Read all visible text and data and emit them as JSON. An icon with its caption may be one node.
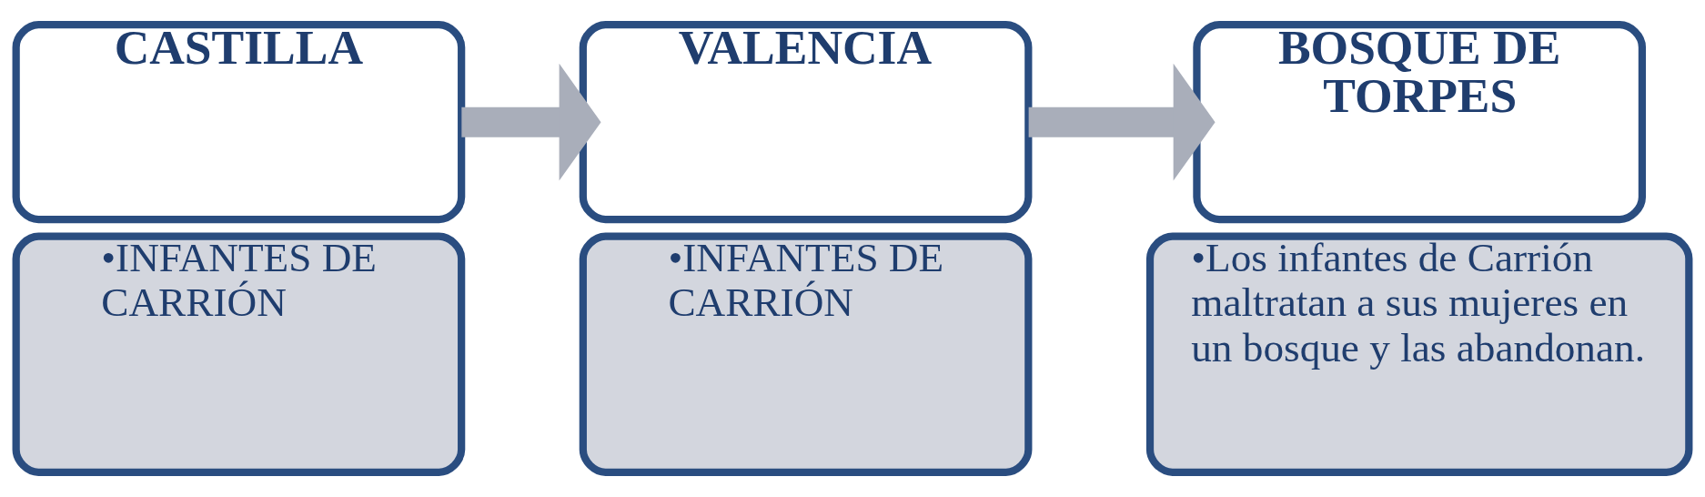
{
  "diagram": {
    "nodes": [
      {
        "text": [
          "CASTILLA"
        ]
      },
      {
        "text": [
          "•INFANTES DE CARRIÓN"
        ]
      },
      {
        "text": [
          "VALENCIA"
        ]
      },
      {
        "text": [
          "•INFANTES DE CARRIÓN"
        ]
      },
      {
        "text": [
          "BOSQUE DE TORPES"
        ]
      },
      {
        "text": [
          "•Los infantes de Carrión maltratan a sus mujeres en un bosque y las abandonan."
        ]
      }
    ],
    "edges": [
      {
        "from": 0,
        "to": 2,
        "arrow": "to"
      },
      {
        "from": 2,
        "to": 4,
        "arrow": "to"
      }
    ]
  }
}
